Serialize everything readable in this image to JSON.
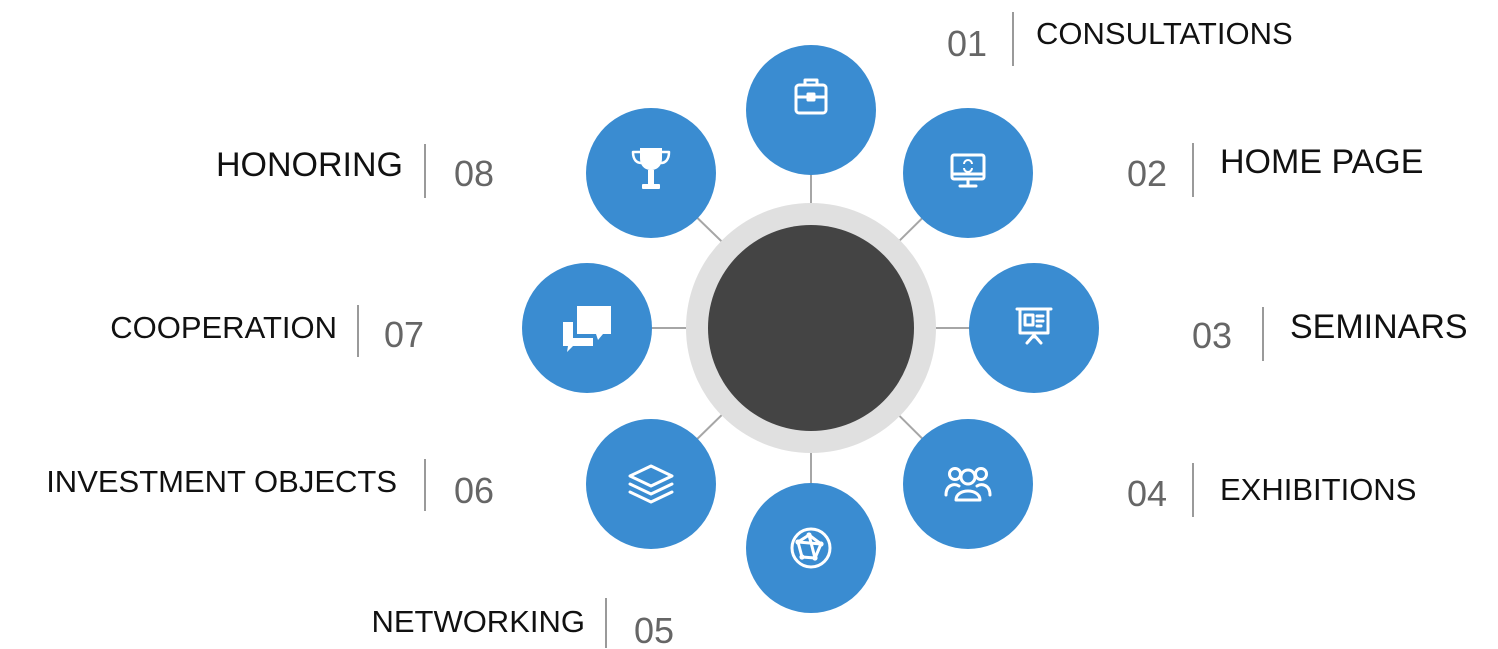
{
  "colors": {
    "node_blue": "#3a8cd1",
    "hub_ring": "#e0e0e0",
    "hub_center": "#444444",
    "connector": "#a6a6a6",
    "label_text": "#111111",
    "number_text": "#666666"
  },
  "items": [
    {
      "number": "01",
      "label": "CONSULTATIONS",
      "icon": "briefcase-icon"
    },
    {
      "number": "02",
      "label": "HOME PAGE",
      "icon": "monitor-refresh-icon"
    },
    {
      "number": "03",
      "label": "SEMINARS",
      "icon": "presentation-board-icon"
    },
    {
      "number": "04",
      "label": "EXHIBITIONS",
      "icon": "group-users-icon"
    },
    {
      "number": "05",
      "label": "NETWORKING",
      "icon": "globe-network-icon"
    },
    {
      "number": "06",
      "label": "INVESTMENT OBJECTS",
      "icon": "stacked-layers-icon"
    },
    {
      "number": "07",
      "label": "COOPERATION",
      "icon": "chat-bubbles-icon"
    },
    {
      "number": "08",
      "label": "HONORING",
      "icon": "trophy-icon"
    }
  ]
}
